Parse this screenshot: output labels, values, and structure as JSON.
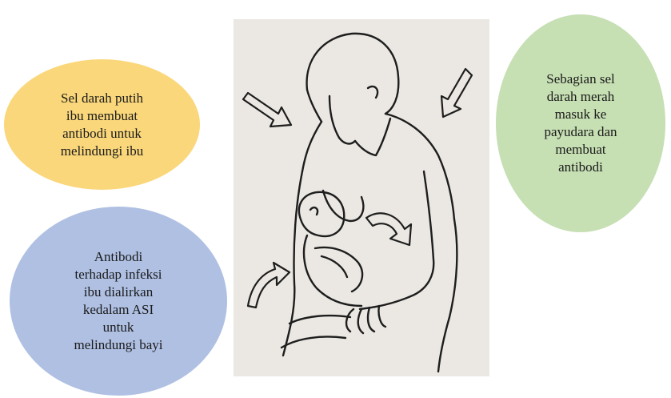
{
  "bubbles": {
    "yellow": {
      "text": "Sel darah putih\nibu membuat\nantibodi untuk\nmelindungi ibu",
      "color": "#fad77b"
    },
    "green": {
      "text": "Sebagian sel\ndarah merah\nmasuk ke\npayudara dan\nmembuat\nantibodi",
      "color": "#c6dfb3"
    },
    "blue": {
      "text": "Antibodi\nterhadap infeksi\nibu dialirkan\nkedalam ASI\nuntuk\nmelindungi bayi",
      "color": "#afc0e3"
    }
  },
  "illustration": {
    "background": "#ebe8e3",
    "ink": "#1e1e1e"
  }
}
